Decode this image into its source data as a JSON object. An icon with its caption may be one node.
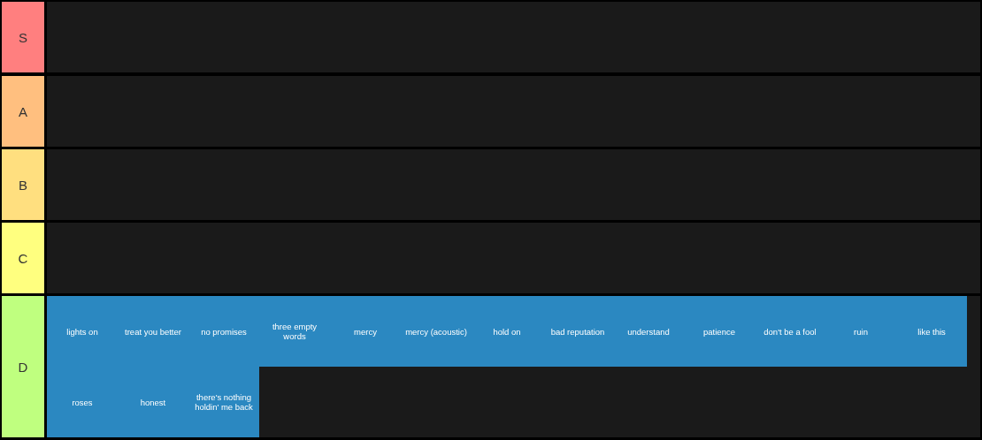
{
  "diagram": {
    "nodes": [
      {
        "text": [
          "S"
        ]
      },
      {
        "text": [
          "A"
        ]
      },
      {
        "text": [
          "B"
        ]
      },
      {
        "text": [
          "C"
        ]
      },
      {
        "text": [
          "D"
        ]
      },
      {
        "text": [
          "lights on"
        ]
      },
      {
        "text": [
          "treat you better"
        ]
      },
      {
        "text": [
          "no promises"
        ]
      },
      {
        "text": [
          "three empty words"
        ]
      },
      {
        "text": [
          "mercy"
        ]
      },
      {
        "text": [
          "mercy (acoustic)"
        ]
      },
      {
        "text": [
          "hold on"
        ]
      },
      {
        "text": [
          "bad reputation"
        ]
      },
      {
        "text": [
          "understand"
        ]
      },
      {
        "text": [
          "patience"
        ]
      },
      {
        "text": [
          "don't be a fool"
        ]
      },
      {
        "text": [
          "ruin"
        ]
      },
      {
        "text": [
          "like this"
        ]
      },
      {
        "text": [
          "roses"
        ]
      },
      {
        "text": [
          "honest"
        ]
      },
      {
        "text": [
          "there's nothing holdin' me back"
        ]
      }
    ],
    "edges": []
  }
}
